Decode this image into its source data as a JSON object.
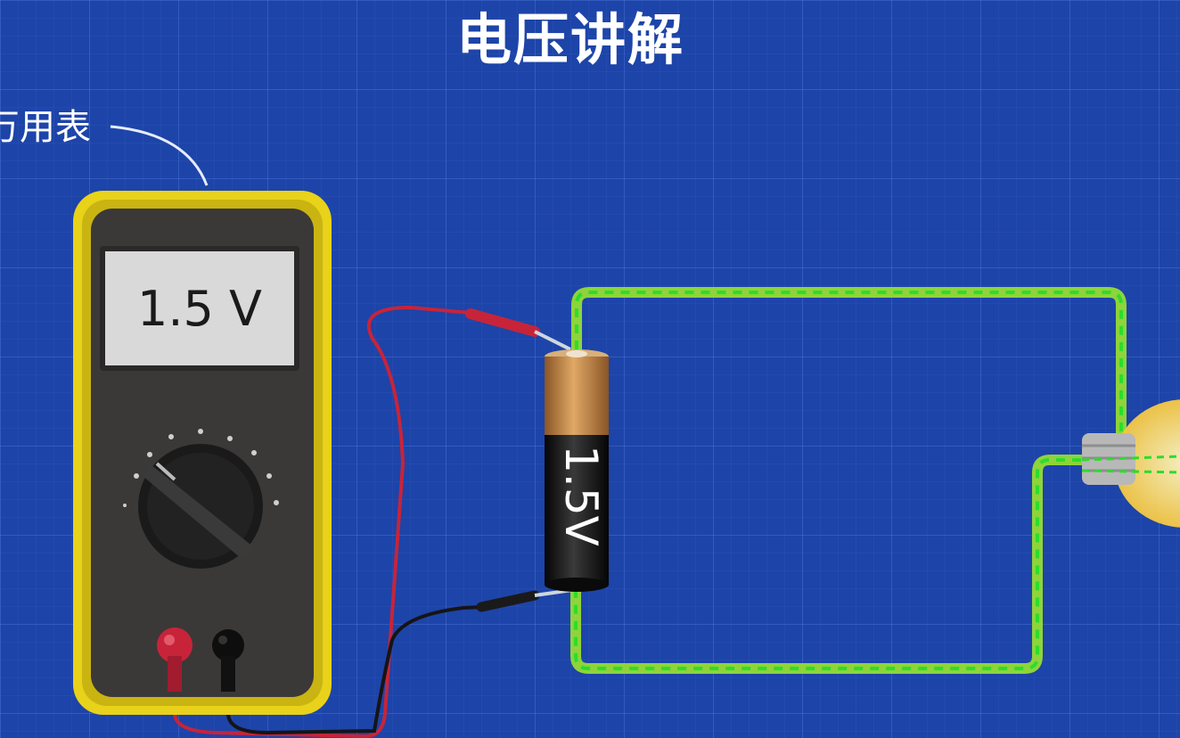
{
  "header": {
    "title": "电压讲解"
  },
  "callout": {
    "label": "万用表"
  },
  "multimeter": {
    "display_value": "1.5 V"
  },
  "battery": {
    "label": "1.5V"
  },
  "colors": {
    "background": "#1d44a8",
    "meter_case": "#e8d21a",
    "wire_green": "#8ed43a",
    "current_dash": "#2ddc2d",
    "probe_red": "#c7243a",
    "battery_copper": "#c98a45"
  },
  "icons": [
    "dial-knob-icon",
    "red-probe-jack-icon",
    "black-probe-jack-icon",
    "lightbulb-icon"
  ]
}
